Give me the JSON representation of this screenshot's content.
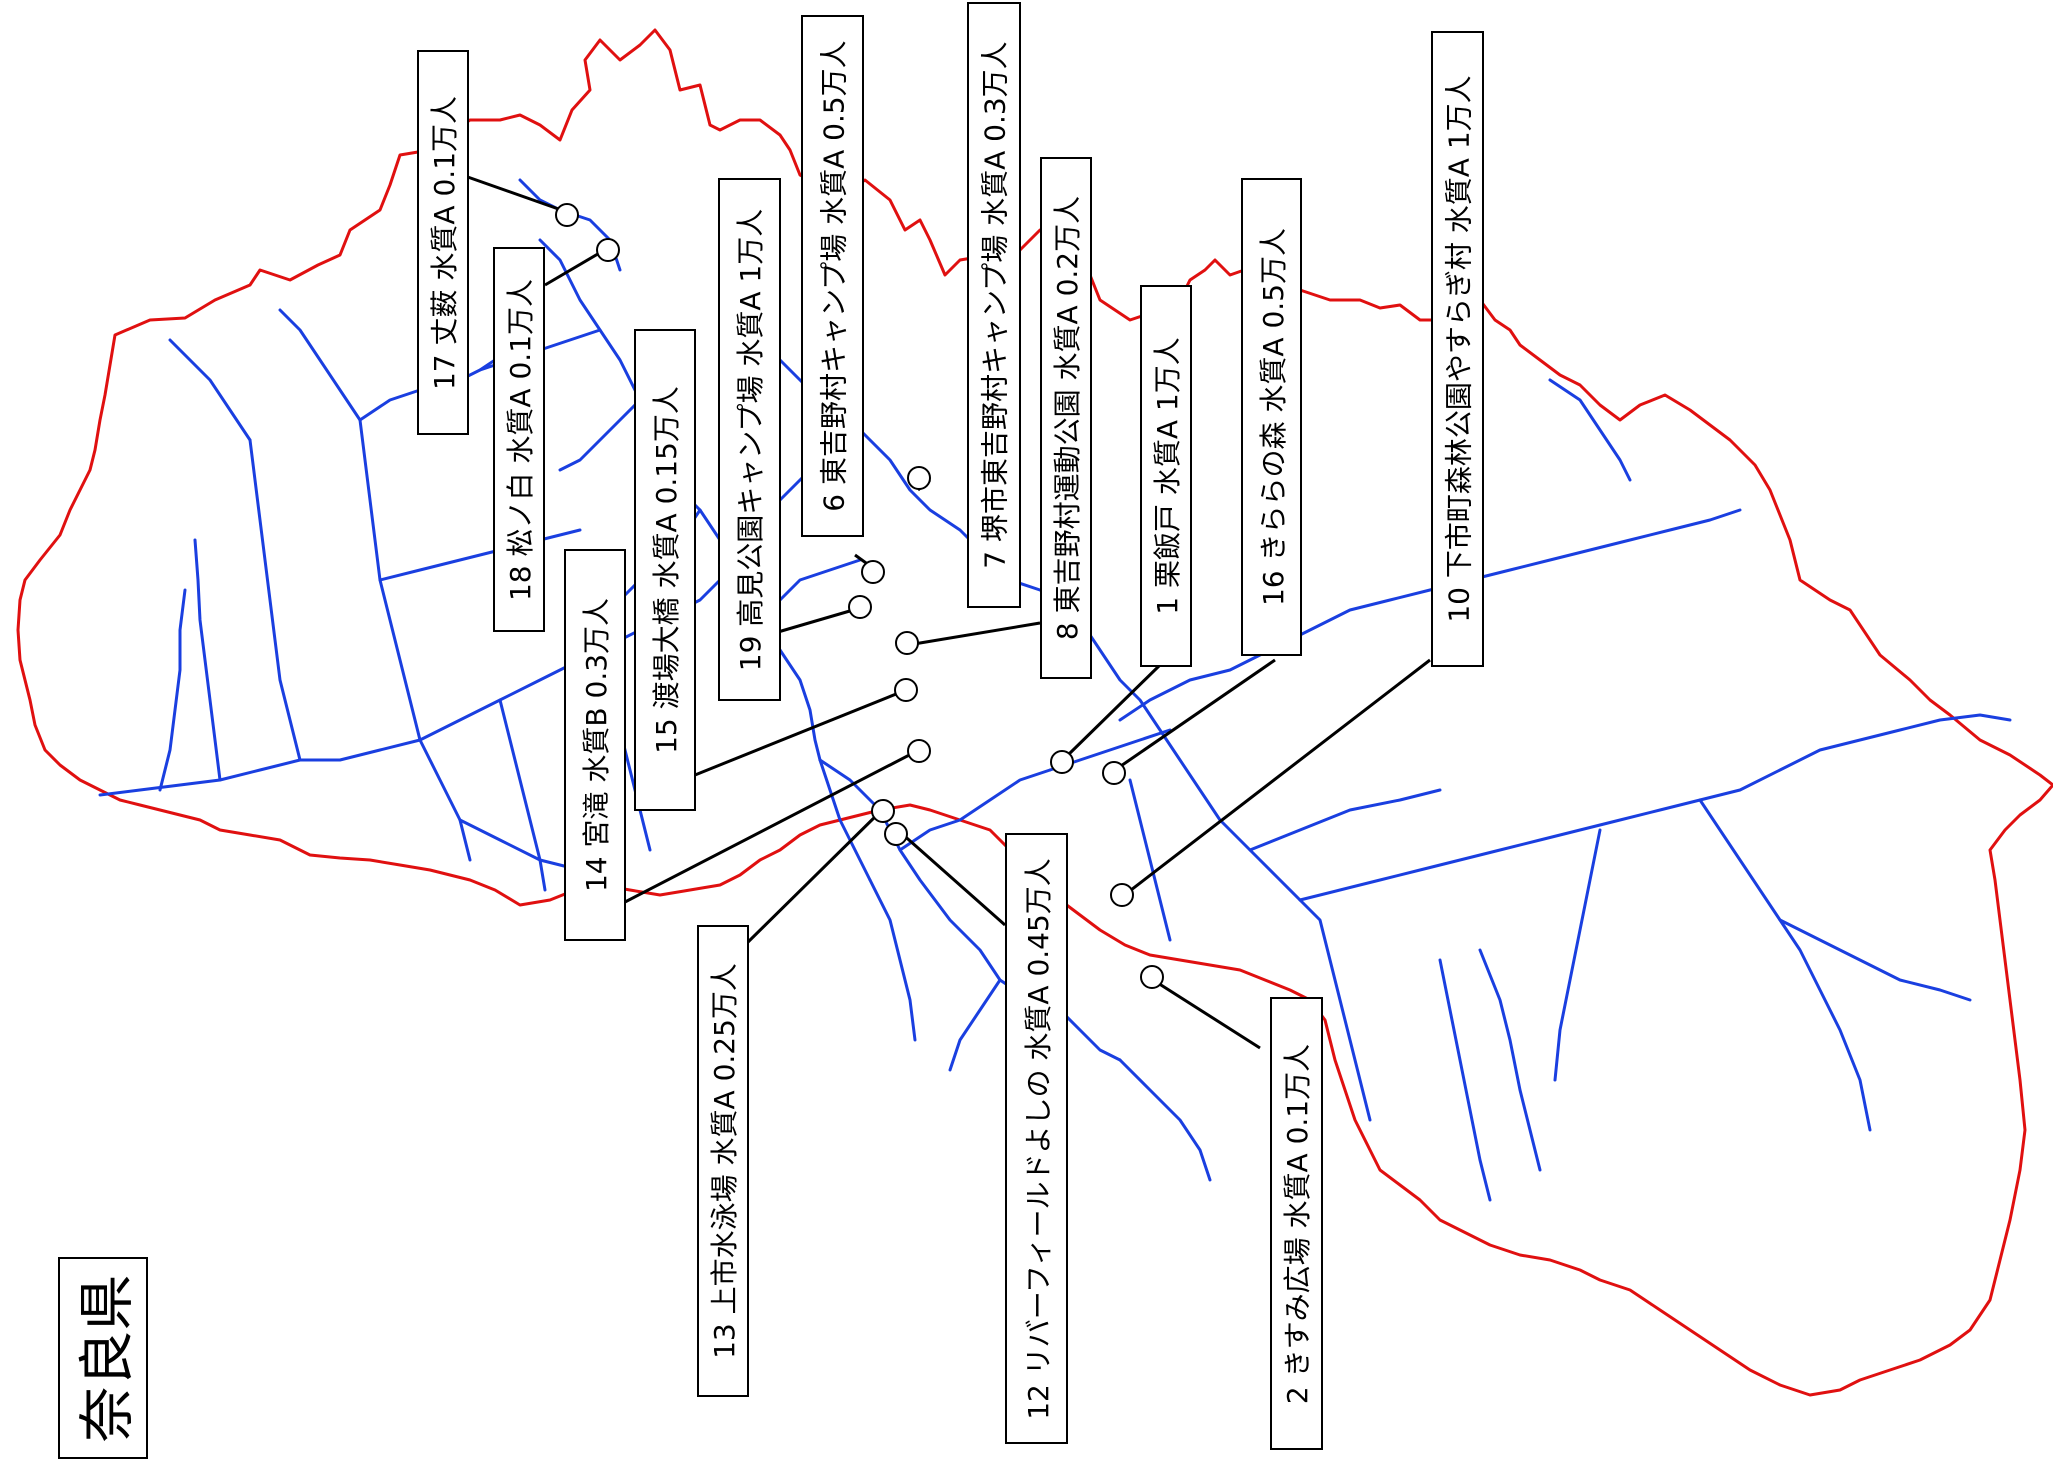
{
  "prefecture": "奈良県",
  "colors": {
    "boundary": "#e01010",
    "rivers": "#1a3fe0",
    "leader": "#000000"
  },
  "sites": [
    {
      "no": "1",
      "label": "1 栗飯戸 水質A 1万人"
    },
    {
      "no": "2",
      "label": "2 きすみ広場 水質A 0.1万人"
    },
    {
      "no": "6",
      "label": "6 東吉野村キャンプ場 水質A 0.5万人"
    },
    {
      "no": "7",
      "label": "7 堺市東吉野村キャンプ場 水質A 0.3万人"
    },
    {
      "no": "8",
      "label": "8 東吉野村運動公園 水質A 0.2万人"
    },
    {
      "no": "10",
      "label": "10 下市町森林公園やすらぎ村 水質A 1万人"
    },
    {
      "no": "12",
      "label": "12 リバーフィールドよしの 水質A 0.45万人"
    },
    {
      "no": "13",
      "label": "13 上市水泳場 水質A 0.25万人"
    },
    {
      "no": "14",
      "label": "14 宮滝 水質B 0.3万人"
    },
    {
      "no": "15",
      "label": "15 渡場大橋 水質A 0.15万人"
    },
    {
      "no": "16",
      "label": "16 きららの森 水質A 0.5万人"
    },
    {
      "no": "17",
      "label": "17 丈薮 水質A 0.1万人"
    },
    {
      "no": "18",
      "label": "18 松ノ白 水質A 0.1万人"
    },
    {
      "no": "19",
      "label": "19 高見公園キャンプ場 水質A 1万人"
    }
  ]
}
